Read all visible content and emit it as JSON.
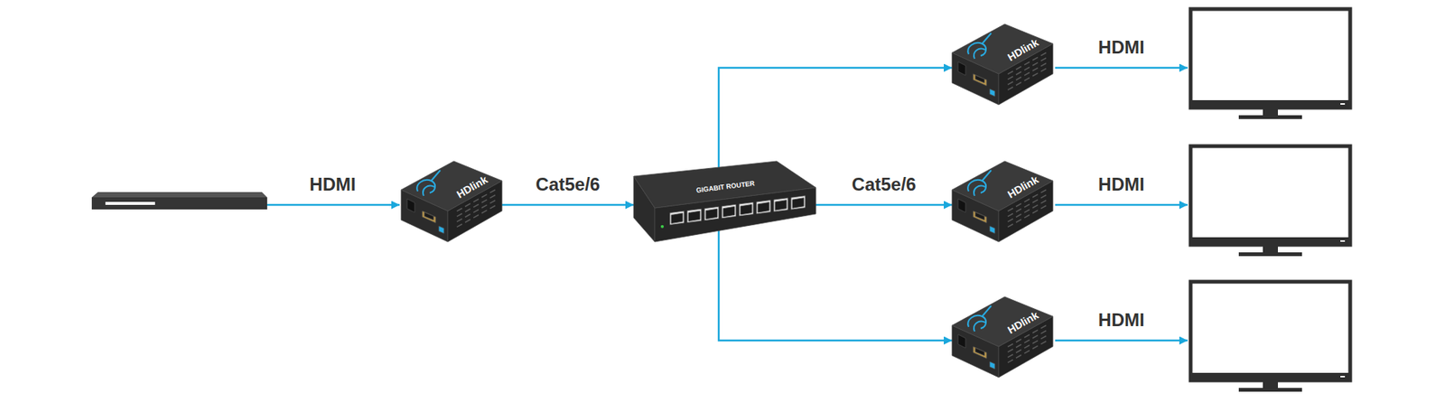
{
  "diagram": {
    "nodes": [
      {
        "text": [
          "HDlink"
        ]
      },
      {
        "text": [
          "GIGABIT ROUTER"
        ]
      },
      {
        "text": [
          "HDlink"
        ]
      },
      {
        "text": [
          "HDlink"
        ]
      },
      {
        "text": [
          "HDlink"
        ]
      }
    ],
    "edges": [
      {
        "from": 0,
        "to": 1,
        "arrow": "to",
        "label": "Cat5e/6"
      },
      {
        "from": 1,
        "to": 2,
        "arrow": "to"
      },
      {
        "from": 1,
        "to": 3,
        "arrow": "to",
        "label": "Cat5e/6"
      },
      {
        "from": 1,
        "to": 4,
        "arrow": "to"
      }
    ],
    "labels": [
      "HDMI",
      "HDMI",
      "HDMI",
      "HDMI"
    ]
  }
}
